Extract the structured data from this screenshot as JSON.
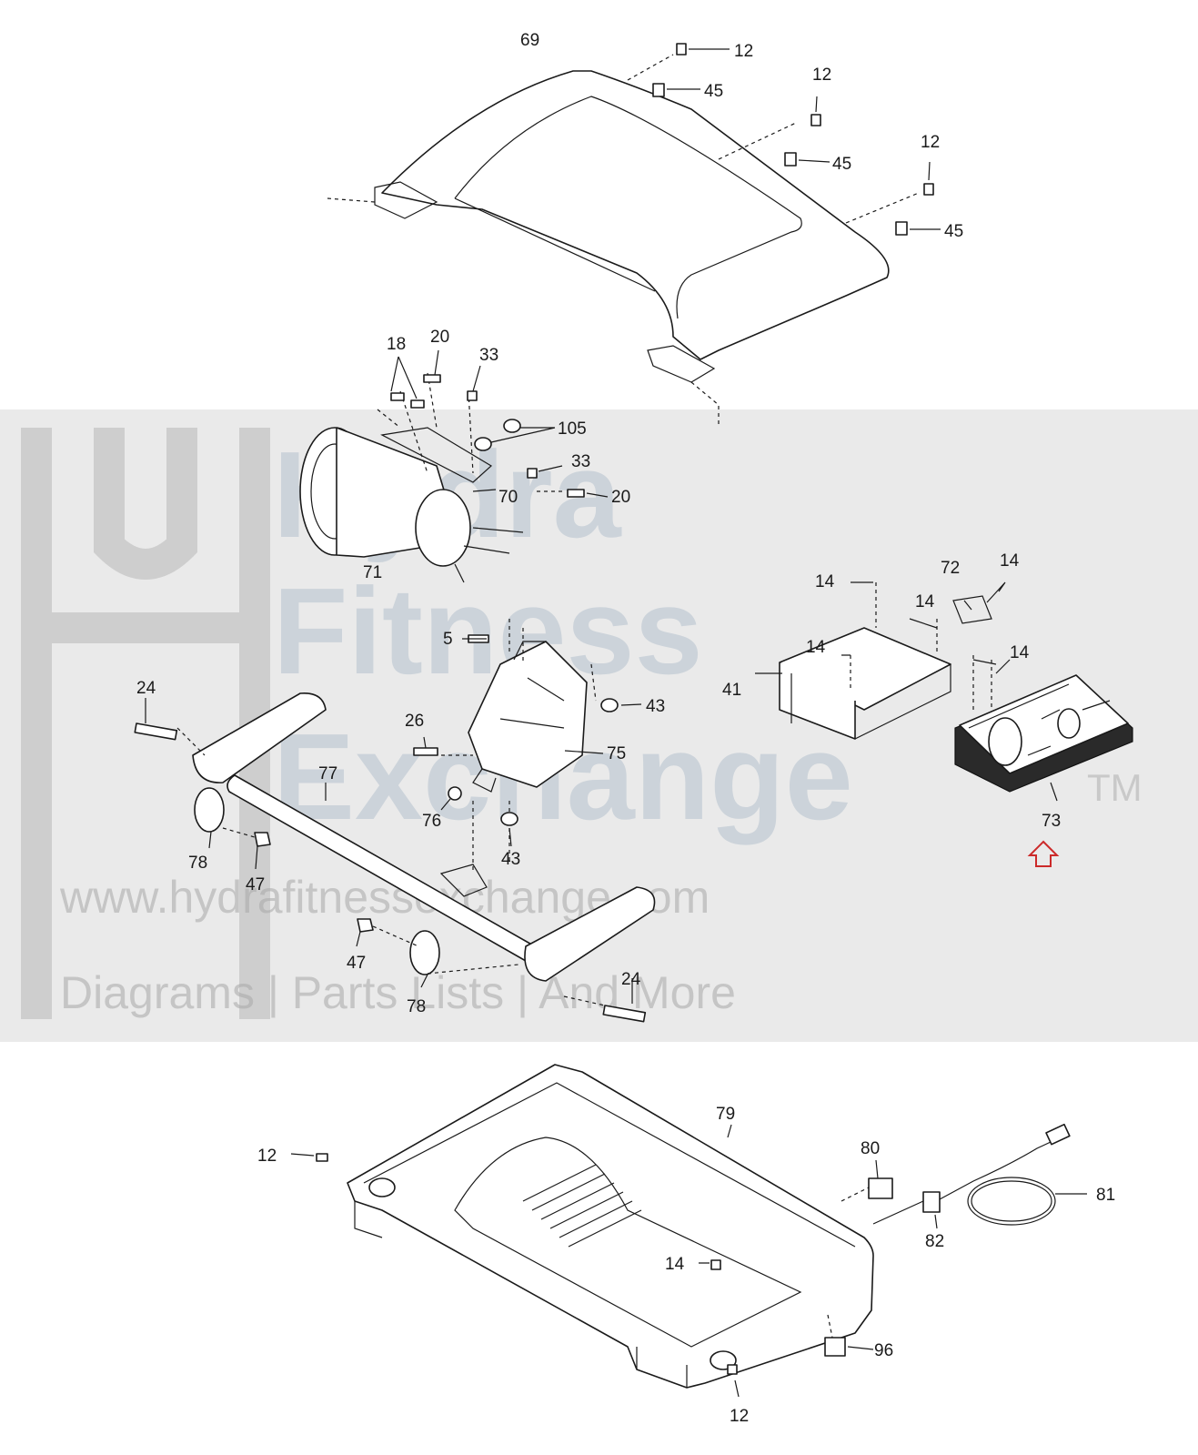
{
  "callouts": {
    "c69": "69",
    "c12a": "12",
    "c45a": "45",
    "c12b": "12",
    "c45b": "45",
    "c12c": "12",
    "c45c": "45",
    "c18": "18",
    "c20a": "20",
    "c33a": "33",
    "c105": "105",
    "c33b": "33",
    "c20b": "20",
    "c70": "70",
    "c71": "71",
    "c5": "5",
    "c43a": "43",
    "c75": "75",
    "c26": "26",
    "c76": "76",
    "c43b": "43",
    "c24a": "24",
    "c77": "77",
    "c78a": "78",
    "c47a": "47",
    "c47b": "47",
    "c78b": "78",
    "c24b": "24",
    "c14a": "14",
    "c72": "72",
    "c14b": "14",
    "c14c": "14",
    "c14d": "14",
    "c14e": "14",
    "c41": "41",
    "c73": "73",
    "c12d": "12",
    "c79": "79",
    "c80": "80",
    "c81": "81",
    "c82": "82",
    "c14f": "14",
    "c96": "96",
    "c12e": "12"
  },
  "watermark": {
    "word1": "Hydra",
    "word2": "Fitness",
    "word3": "Exchange",
    "tm": "TM",
    "url": "www.hydrafitnessexchange.com",
    "tagline": "Diagrams | Parts Lists | And More"
  },
  "colors": {
    "line": "#1a1a1a",
    "highlight_arrow": "#cc2a2a",
    "watermark_band": "#d8d8d8",
    "watermark_text": "#a9b9c8"
  }
}
